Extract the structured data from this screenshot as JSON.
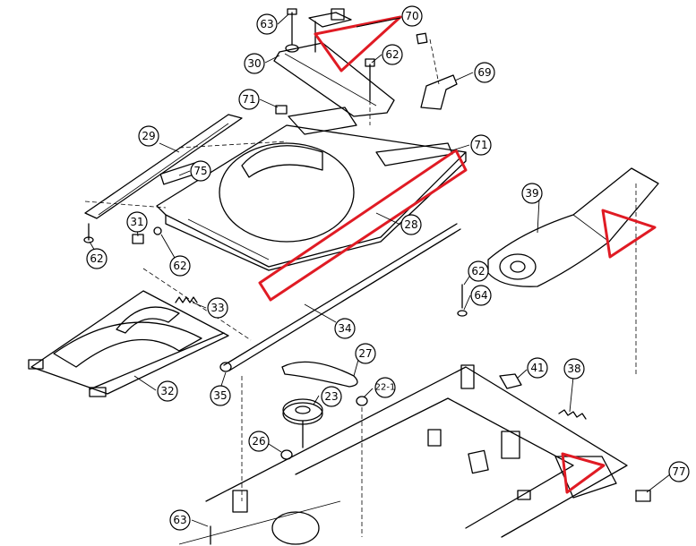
{
  "colors": {
    "line": "#000000",
    "highlight": "#e01b24",
    "background": "#ffffff"
  },
  "callouts": [
    {
      "id": "c63a",
      "label": "63"
    },
    {
      "id": "c70",
      "label": "70"
    },
    {
      "id": "c30",
      "label": "30"
    },
    {
      "id": "c62a",
      "label": "62"
    },
    {
      "id": "c69",
      "label": "69"
    },
    {
      "id": "c71a",
      "label": "71"
    },
    {
      "id": "c29",
      "label": "29"
    },
    {
      "id": "c71b",
      "label": "71"
    },
    {
      "id": "c75",
      "label": "75"
    },
    {
      "id": "c28",
      "label": "28"
    },
    {
      "id": "c39",
      "label": "39"
    },
    {
      "id": "c31",
      "label": "31"
    },
    {
      "id": "c62b",
      "label": "62"
    },
    {
      "id": "c62c",
      "label": "62"
    },
    {
      "id": "c62d",
      "label": "62"
    },
    {
      "id": "c64",
      "label": "64"
    },
    {
      "id": "c33",
      "label": "33"
    },
    {
      "id": "c34",
      "label": "34"
    },
    {
      "id": "c27",
      "label": "27"
    },
    {
      "id": "c41",
      "label": "41"
    },
    {
      "id": "c38",
      "label": "38"
    },
    {
      "id": "c32",
      "label": "32"
    },
    {
      "id": "c35",
      "label": "35"
    },
    {
      "id": "c23",
      "label": "23"
    },
    {
      "id": "c22",
      "label": "22-1"
    },
    {
      "id": "c26",
      "label": "26"
    },
    {
      "id": "c77",
      "label": "77"
    },
    {
      "id": "c63b",
      "label": "63"
    }
  ]
}
